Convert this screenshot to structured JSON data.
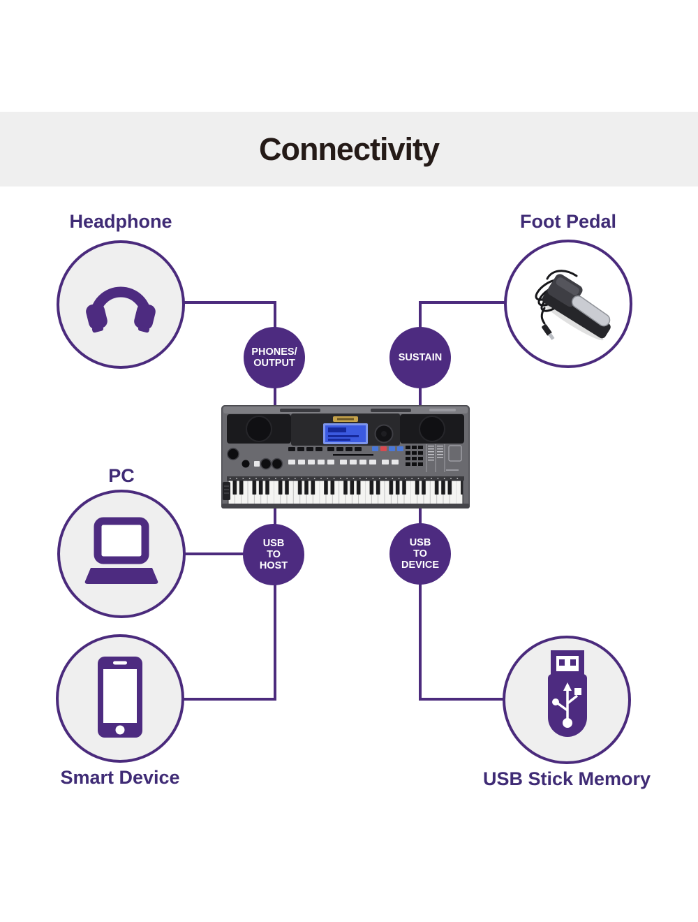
{
  "title": "Connectivity",
  "theme": {
    "accent_purple": "#4d2b80",
    "outline_purple": "#4a2a7c",
    "connector_purple": "#4c2b7d",
    "label_purple": "#3f2b75",
    "band_gray": "#efefef",
    "node_fill_gray": "#efefef",
    "title_color": "#241a17",
    "badge_text": "#ffffff",
    "lcd_blue": "#3b5ae0"
  },
  "nodes": {
    "headphone": {
      "label": "Headphone",
      "icon": "headphones-icon"
    },
    "foot_pedal": {
      "label": "Foot Pedal",
      "icon": "sustain-pedal-photo"
    },
    "pc": {
      "label": "PC",
      "icon": "laptop-icon"
    },
    "smart_device": {
      "label": "Smart Device",
      "icon": "smartphone-icon"
    },
    "usb_stick": {
      "label": "USB Stick Memory",
      "icon": "usb-flash-drive-icon"
    }
  },
  "ports": {
    "phones_output": {
      "lines": [
        "PHONES/",
        "OUTPUT"
      ]
    },
    "sustain": {
      "lines": [
        "SUSTAIN"
      ]
    },
    "usb_to_host": {
      "lines": [
        "USB",
        "TO",
        "HOST"
      ]
    },
    "usb_to_device": {
      "lines": [
        "USB",
        "TO",
        "DEVICE"
      ]
    }
  },
  "center_device": "portable-keyboard"
}
